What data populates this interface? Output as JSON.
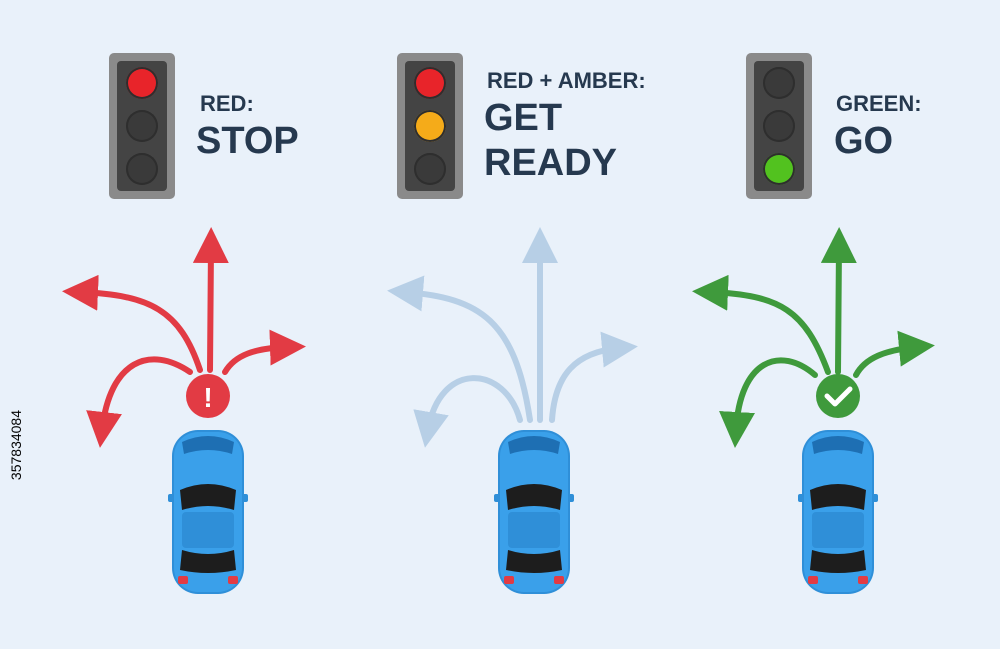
{
  "panels": [
    {
      "label_small": "RED:",
      "label_big_1": "STOP",
      "label_big_2": "",
      "lamps": [
        "red",
        "off",
        "off"
      ],
      "arrow_color": "#e23b44",
      "badge": "!",
      "badge_color": "#e23b44"
    },
    {
      "label_small": "RED + AMBER:",
      "label_big_1": "GET",
      "label_big_2": "READY",
      "lamps": [
        "red",
        "amber",
        "off"
      ],
      "arrow_color": "#b7cfe6",
      "badge": "",
      "badge_color": ""
    },
    {
      "label_small": "GREEN:",
      "label_big_1": "GO",
      "label_big_2": "",
      "lamps": [
        "off",
        "off",
        "green"
      ],
      "arrow_color": "#3f9a3c",
      "badge": "✓",
      "badge_color": "#3f9a3c"
    }
  ],
  "lamp_colors": {
    "red": "#e8242a",
    "amber": "#f5ab19",
    "green": "#52c21f",
    "off": "#3a3a3a"
  },
  "car_color": "#2f8fd8",
  "side_text": "357834084"
}
